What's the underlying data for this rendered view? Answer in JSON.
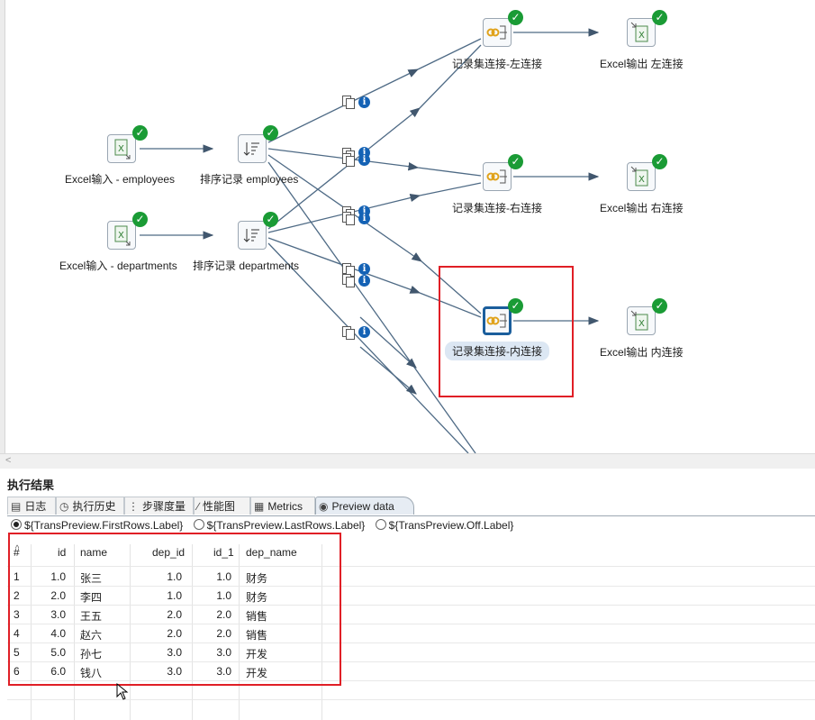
{
  "canvas": {
    "steps": [
      {
        "id": "excel_in_emp",
        "label": "Excel输入 - employees"
      },
      {
        "id": "sort_emp",
        "label": "排序记录 employees"
      },
      {
        "id": "excel_in_dep",
        "label": "Excel输入 - departments"
      },
      {
        "id": "sort_dep",
        "label": "排序记录  departments"
      },
      {
        "id": "join_left",
        "label": "记录集连接-左连接"
      },
      {
        "id": "join_right",
        "label": "记录集连接-右连接"
      },
      {
        "id": "join_inner",
        "label": "记录集连接-内连接"
      },
      {
        "id": "excel_out_left",
        "label": "Excel输出 左连接"
      },
      {
        "id": "excel_out_right",
        "label": "Excel输出 右连接"
      },
      {
        "id": "excel_out_inner",
        "label": "Excel输出 内连接"
      }
    ],
    "status_mark": "✓",
    "info_mark": "i"
  },
  "results": {
    "title": "执行结果",
    "tabs": [
      {
        "label": "日志",
        "icon": "log-icon"
      },
      {
        "label": "执行历史",
        "icon": "history-icon"
      },
      {
        "label": "步骤度量",
        "icon": "step-metrics-icon"
      },
      {
        "label": "性能图",
        "icon": "performance-chart-icon"
      },
      {
        "label": "Metrics",
        "icon": "metrics-icon"
      },
      {
        "label": "Preview data",
        "icon": "eye-icon",
        "active": true
      }
    ],
    "radios": [
      {
        "label": "${TransPreview.FirstRows.Label}",
        "checked": true
      },
      {
        "label": "${TransPreview.LastRows.Label}",
        "checked": false
      },
      {
        "label": "${TransPreview.Off.Label}",
        "checked": false
      }
    ],
    "columns": [
      "#",
      "id",
      "name",
      "dep_id",
      "id_1",
      "dep_name"
    ],
    "rows": [
      [
        "1",
        "1.0",
        "张三",
        "1.0",
        "1.0",
        "财务"
      ],
      [
        "2",
        "2.0",
        "李四",
        "1.0",
        "1.0",
        "财务"
      ],
      [
        "3",
        "3.0",
        "王五",
        "2.0",
        "2.0",
        "销售"
      ],
      [
        "4",
        "4.0",
        "赵六",
        "2.0",
        "2.0",
        "销售"
      ],
      [
        "5",
        "5.0",
        "孙七",
        "3.0",
        "3.0",
        "开发"
      ],
      [
        "6",
        "6.0",
        "钱八",
        "3.0",
        "3.0",
        "开发"
      ]
    ]
  }
}
